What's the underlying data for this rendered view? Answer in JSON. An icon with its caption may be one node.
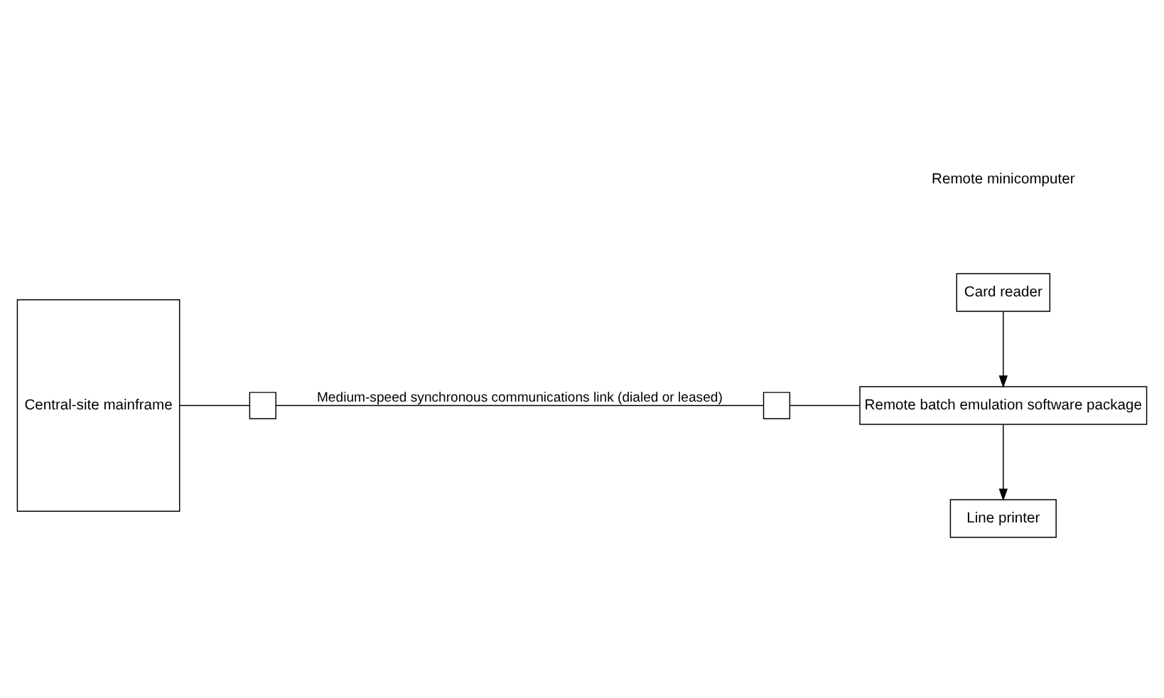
{
  "diagram": {
    "nodes": [
      {
        "text": [
          "Central-site mainframe"
        ]
      },
      {
        "text": [],
        "shape": "box"
      },
      {
        "text": [],
        "shape": "box"
      },
      {
        "text": [
          "Card reader"
        ]
      },
      {
        "text": [
          "Remote batch emulation software package"
        ]
      },
      {
        "text": [
          "Line printer"
        ]
      }
    ],
    "edges": [
      {
        "from": 0,
        "to": 1,
        "arrow": "none"
      },
      {
        "from": 1,
        "to": 2,
        "arrow": "none",
        "label": "Medium-speed synchronous communications link (dialed or leased)"
      },
      {
        "from": 2,
        "to": 4,
        "arrow": "none"
      },
      {
        "from": 3,
        "to": 4,
        "arrow": "to"
      },
      {
        "from": 4,
        "to": 5,
        "arrow": "to"
      }
    ],
    "labels": [
      "Remote minicomputer"
    ]
  }
}
